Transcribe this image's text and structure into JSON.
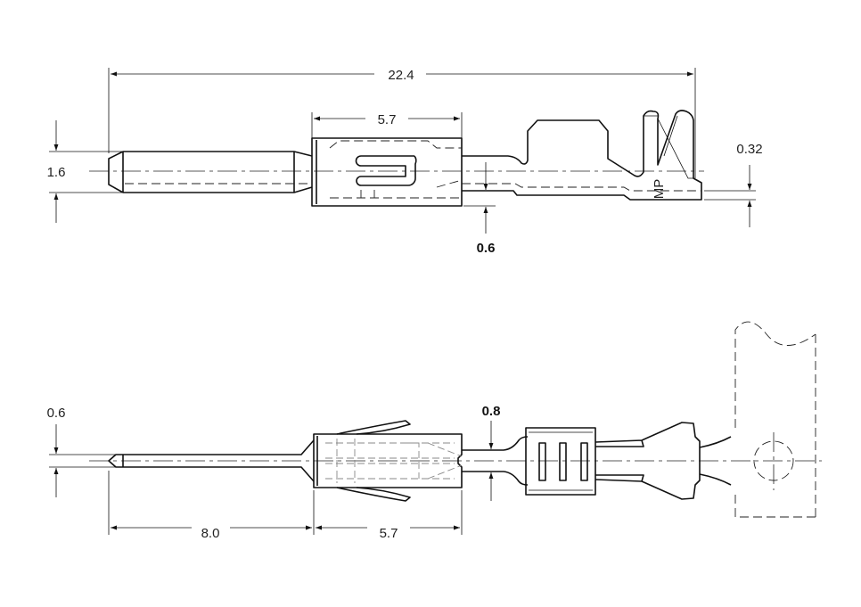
{
  "title": "Male crimp terminal drawing",
  "top_view": {
    "overall_length": "22.4",
    "housing_length": "5.7",
    "pin_diameter": "1.6",
    "material_thickness": "0.32",
    "neck_height": "0.6",
    "marking": "MP"
  },
  "bottom_view": {
    "pin_width": "0.6",
    "neck_width": "0.8",
    "pin_length": "8.0",
    "housing_length": "5.7"
  }
}
